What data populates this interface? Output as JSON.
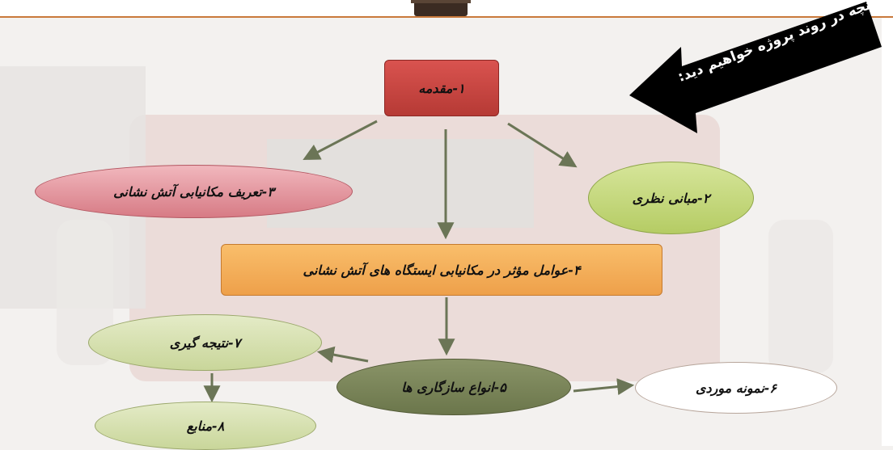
{
  "banner": {
    "text": "آنچه در روند پروژه خواهیم دید:"
  },
  "nodes": {
    "n1": "۱-مقدمه",
    "n2": "۲-مبانی نظری",
    "n3": "۳-تعریف مکانیابی آتش نشانی",
    "n4": "۴-عوامل مؤثر در مکانیابی ایستگاه های آتش نشانی",
    "n5": "۵-انواع سازگاری ها",
    "n6": "۶-نمونه موردی",
    "n7": "۷-نتیجه گیری",
    "n8": "۸-منابع"
  },
  "colors": {
    "accent_border": "#c9793b",
    "connector": "#6b7556",
    "banner": "#000000"
  }
}
